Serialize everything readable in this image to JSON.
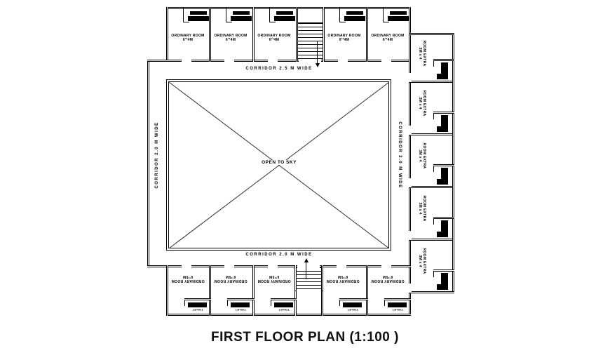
{
  "title": "FIRST FLOOR PLAN (1:100 )",
  "colors": {
    "line": "#000000",
    "background": "#ffffff"
  },
  "courtyard": {
    "label": "OPEN TO SKY"
  },
  "corridors": {
    "top": "CORRIDOR 2.5 M WIDE",
    "bottom": "CORRIDOR 2.0 M WIDE",
    "left": "CORRIDOR 2.0 M WIDE",
    "right": "CORRIDOR 2.0 M WIDE"
  },
  "top_rooms": [
    {
      "name": "ORDINARY ROOM",
      "dim": "6'*4M"
    },
    {
      "name": "ORDINARY ROOM",
      "dim": "6'*4M"
    },
    {
      "name": "ORDINARY ROOM",
      "dim": "6'*4M"
    },
    {
      "name": "ORDINARY ROOM",
      "dim": "6'*4M"
    },
    {
      "name": "ORDINARY ROOM",
      "dim": "6'*4M"
    }
  ],
  "bottom_rooms": [
    {
      "name": "ORDINARY ROOM",
      "dim": "6'*5M",
      "toilet": "TOILET"
    },
    {
      "name": "ORDINARY ROOM",
      "dim": "6'*5M",
      "toilet": "TOILET"
    },
    {
      "name": "ORDINARY ROOM",
      "dim": "6'*5M",
      "toilet": "TOILET"
    },
    {
      "name": "ORDINARY ROOM",
      "dim": "6'*5M",
      "toilet": "TOILET"
    },
    {
      "name": "ORDINARY ROOM",
      "dim": "6'*5M",
      "toilet": "TOILET"
    }
  ],
  "wing_rooms": [
    {
      "name": "ROOM EXTRA",
      "dim": "3M x 4"
    },
    {
      "name": "ROOM EXTRA",
      "dim": "3M x 4"
    },
    {
      "name": "ROOM EXTRA",
      "dim": "3M x 4"
    },
    {
      "name": "ROOM EXTRA",
      "dim": "3M x 4"
    },
    {
      "name": "ROOM EXTRA",
      "dim": "3M x 4"
    }
  ]
}
